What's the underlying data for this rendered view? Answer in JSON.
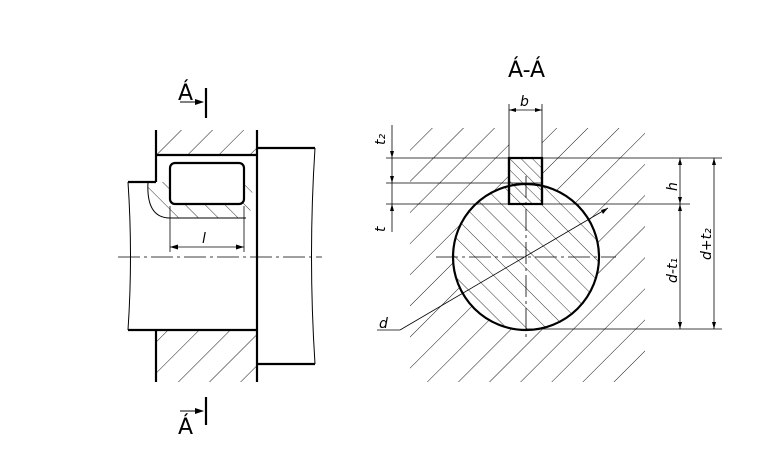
{
  "section": {
    "title": "Á-Á",
    "cut_top": "Á",
    "cut_bottom": "Á"
  },
  "dims": {
    "length": "l",
    "key_width": "b",
    "hub_depth": "t₂",
    "shaft_depth": "t",
    "key_height": "h",
    "diameter": "d",
    "d_minus_t1": "d-t₁",
    "d_plus_t2": "d+t₂"
  }
}
